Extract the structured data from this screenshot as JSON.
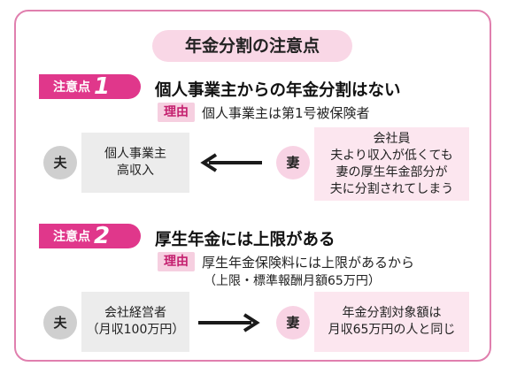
{
  "title": "年金分割の注意点",
  "points": [
    {
      "badge_label": "注意点",
      "badge_number": "1",
      "heading": "個人事業主からの年金分割はない",
      "reason_tag": "理由",
      "reason_lines": [
        "個人事業主は第1号被保険者"
      ],
      "left_role": "夫",
      "left_box_lines": [
        "個人事業主",
        "高収入"
      ],
      "right_role": "妻",
      "right_box_lines": [
        "会社員",
        "夫より収入が低くても",
        "妻の厚生年金部分が",
        "夫に分割されてしまう"
      ],
      "arrow_direction": "left"
    },
    {
      "badge_label": "注意点",
      "badge_number": "2",
      "heading": "厚生年金には上限がある",
      "reason_tag": "理由",
      "reason_lines": [
        "厚生年金保険料には上限があるから",
        "（上限・標準報酬月額65万円）"
      ],
      "left_role": "夫",
      "left_box_lines": [
        "会社経営者",
        "（月収100万円）"
      ],
      "right_role": "妻",
      "right_box_lines": [
        "年金分割対象額は",
        "月収65万円の人と同じ"
      ],
      "arrow_direction": "right"
    }
  ],
  "colors": {
    "frame": "#e07fae",
    "accent": "#e0378b",
    "title_bg": "#f9d7e6",
    "reason_bg": "#f6cfe0",
    "wife_bg": "#f8d3e4",
    "husband_bg": "#cfcfcf",
    "gray_box": "#ececec",
    "pink_box": "#fce6ef"
  }
}
